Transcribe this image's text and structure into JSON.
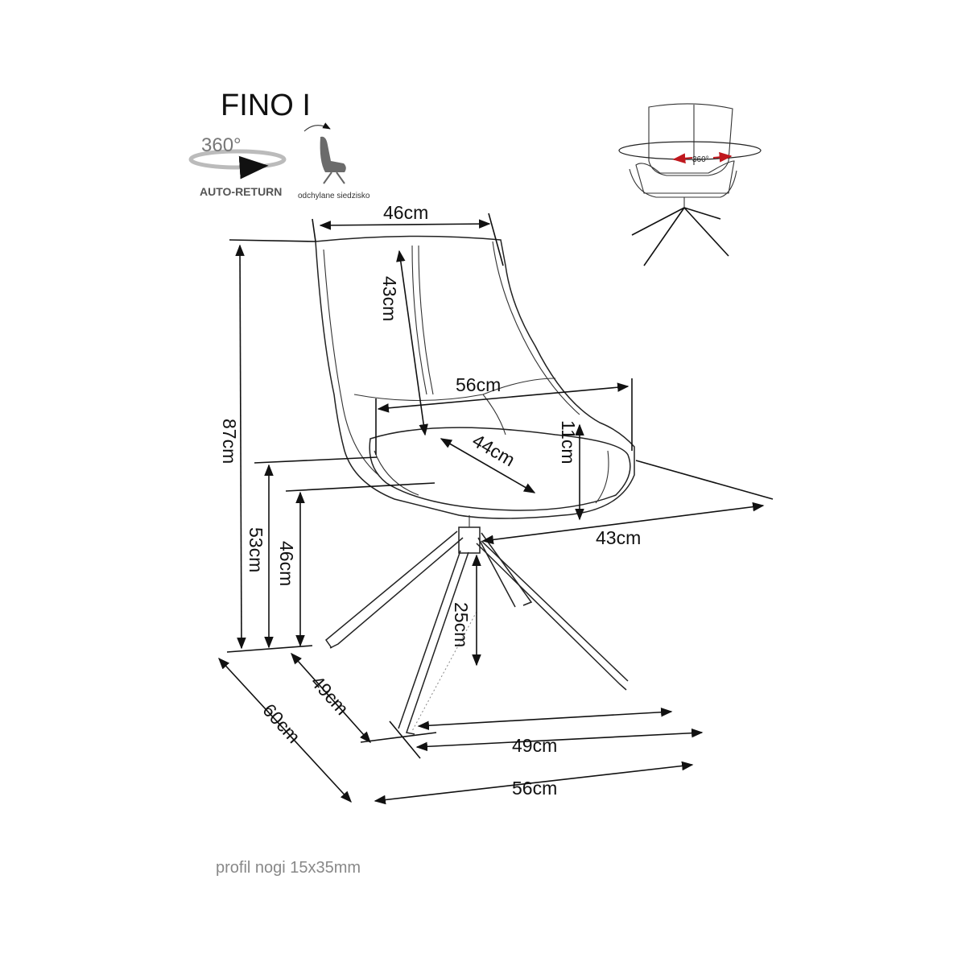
{
  "title": "FINO I",
  "icons": {
    "rotation_label": "360°",
    "auto_return_label": "AUTO-RETURN",
    "recline_label": "odchylane siedzisko",
    "swivel_label": "360°"
  },
  "dimensions": {
    "backrest_width": "46cm",
    "backrest_height": "43cm",
    "seat_outer_width": "56cm",
    "seat_depth": "44cm",
    "armrest_height": "11cm",
    "seat_side_depth": "43cm",
    "total_height": "87cm",
    "armrest_floor_height": "53cm",
    "seat_height": "46cm",
    "leg_height": "25cm",
    "base_depth": "49cm",
    "total_depth": "60cm",
    "base_width": "49cm",
    "total_width": "56cm"
  },
  "footnote": "profil nogi 15x35mm",
  "colors": {
    "line": "#111111",
    "swivel_arrow": "#c0181e",
    "footnote": "#888888"
  }
}
